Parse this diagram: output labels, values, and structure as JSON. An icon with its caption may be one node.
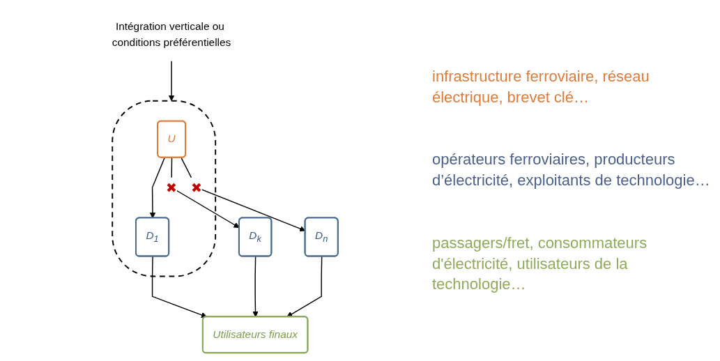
{
  "diagram": {
    "nodes": [
      {
        "text": [
          "U"
        ],
        "in": 5
      },
      {
        "text": [
          "D$_{1}$"
        ],
        "in": 5
      },
      {
        "text": [
          "D$_{k}$"
        ]
      },
      {
        "text": [
          "D$_{n}$"
        ]
      },
      {
        "text": [
          "Utilisateurs finaux"
        ]
      },
      {
        "text": [],
        "shape": "cloud"
      },
      {
        "text": [
          "Intégration verticale ou conditions préférentielles"
        ]
      }
    ],
    "edges": [
      {
        "from": 0,
        "to": 1,
        "arrow": "to"
      },
      {
        "from": 0,
        "to": 2,
        "arrow": "to",
        "label": "✖"
      },
      {
        "from": 0,
        "to": 3,
        "arrow": "to",
        "label": "✖"
      },
      {
        "from": 1,
        "to": 4,
        "arrow": "to"
      },
      {
        "from": 2,
        "to": 4,
        "arrow": "to"
      },
      {
        "from": 3,
        "to": 4,
        "arrow": "to"
      },
      {
        "from": 6,
        "to": 5,
        "arrow": "to"
      }
    ],
    "labels": [
      "infrastructure ferroviaire, réseau électrique, brevet clé…",
      "opérateurs ferroviaires, producteurs d’électricité, exploitants de technologie…",
      "passagers/fret, consommateurs d'électricité, utilisateurs de la technologie…"
    ]
  }
}
